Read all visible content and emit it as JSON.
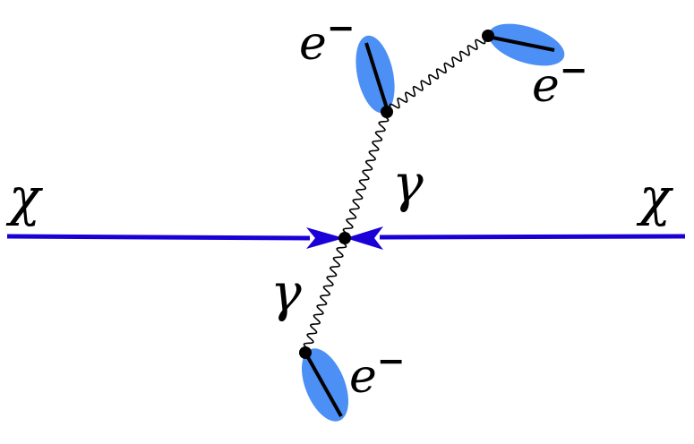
{
  "labels": {
    "chi_left": "χ",
    "chi_right": "χ",
    "gamma_upper": "γ",
    "gamma_lower": "γ",
    "electron_top_left": {
      "base": "e",
      "charge": "−"
    },
    "electron_top_right": {
      "base": "e",
      "charge": "−"
    },
    "electron_bottom": {
      "base": "e",
      "charge": "−"
    }
  },
  "colors": {
    "chi_line": "#1a00d6",
    "electron_blob": "#4c8ff5",
    "photon": "#000000",
    "vertex": "#000000"
  }
}
